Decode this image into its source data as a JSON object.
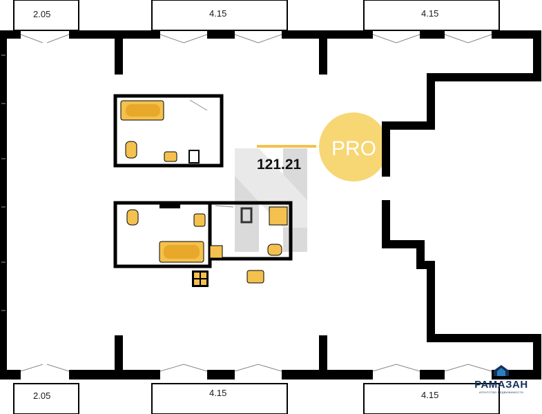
{
  "balconies": {
    "top_left": "2.05",
    "top_center": "4.15",
    "top_right": "4.15",
    "bottom_left": "2.05",
    "bottom_center": "4.15",
    "bottom_right": "4.15"
  },
  "area": "121.21",
  "badge": {
    "text": "PRO",
    "color": "#f6cf5c"
  },
  "logo": {
    "name": "РАМАЗАН",
    "tagline": "АГЕНТСТВО НЕДВИЖИМОСТИ",
    "color": "#14315b"
  },
  "colors": {
    "wall": "#000000",
    "fixture": "#f4c14e",
    "watermark": "#cfcfcf"
  }
}
